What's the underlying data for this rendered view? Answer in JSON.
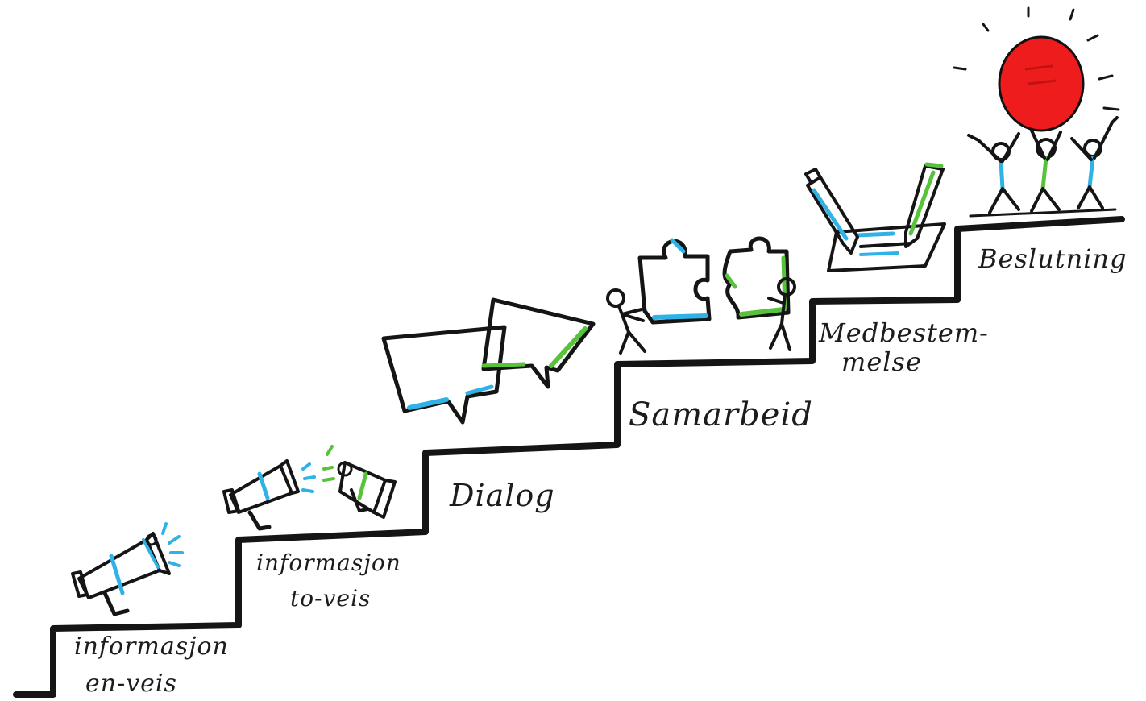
{
  "steps": [
    {
      "id": "informasjon-en-veis",
      "line1": "informasjon",
      "line2": "en-veis"
    },
    {
      "id": "informasjon-to-veis",
      "line1": "informasjon",
      "line2": "to-veis"
    },
    {
      "id": "dialog",
      "line1": "Dialog"
    },
    {
      "id": "samarbeid",
      "line1": "Samarbeid"
    },
    {
      "id": "medbestemmelse",
      "line1": "Medbestem-",
      "line2": "melse"
    },
    {
      "id": "beslutning",
      "line1": "Beslutning"
    }
  ],
  "colors": {
    "ink": "#151515",
    "accent_blue": "#2fb2e6",
    "accent_green": "#57c23a",
    "decision_red": "#ee1c1c"
  },
  "icons": [
    "megaphone-icon",
    "two-megaphones-icon",
    "speech-bubbles-icon",
    "puzzle-pieces-icon",
    "pencils-signing-icon",
    "people-holding-ball-icon"
  ]
}
